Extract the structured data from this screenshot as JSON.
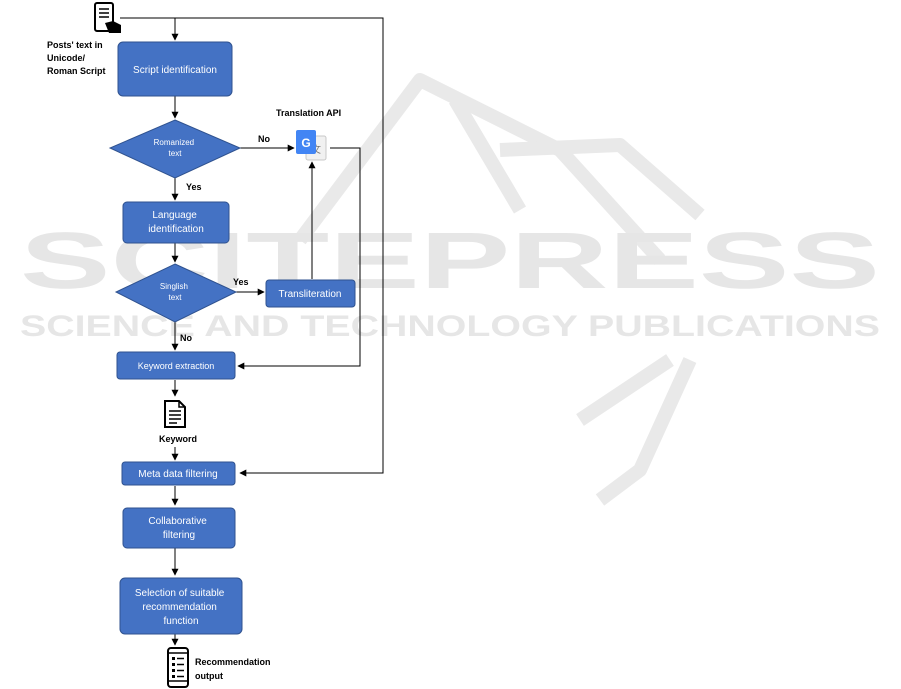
{
  "watermark": {
    "brand": "SCITEPRESS",
    "tagline": "SCIENCE AND TECHNOLOGY PUBLICATIONS",
    "color": "#e6e6e6"
  },
  "colors": {
    "box_fill": "#4472c4",
    "box_stroke": "#2f528f",
    "arrow": "#000000"
  },
  "nodes": {
    "script_identification": "Script identification",
    "romanized_text": [
      "Romanized",
      "text"
    ],
    "language_identification": [
      "Language",
      "identification"
    ],
    "singlish_text": [
      "Singlish",
      "text"
    ],
    "transliteration": "Transliteration",
    "keyword_extraction": "Keyword extraction",
    "meta_data_filtering": "Meta data filtering",
    "collaborative_filtering": [
      "Collaborative",
      "filtering"
    ],
    "selection": [
      "Selection of suitable",
      "recommendation",
      "function"
    ]
  },
  "labels": {
    "posts_text": [
      "Posts' text in",
      "Unicode/",
      "Roman Script"
    ],
    "translation_api": "Translation API",
    "keyword": "Keyword",
    "recommendation_output": [
      "Recommendation",
      "output"
    ],
    "no_1": "No",
    "yes_1": "Yes",
    "yes_2": "Yes",
    "no_2": "No"
  },
  "icons": {
    "input": "phone-hand-icon",
    "translate": "google-translate-icon",
    "document": "document-icon",
    "output": "phone-list-icon"
  }
}
